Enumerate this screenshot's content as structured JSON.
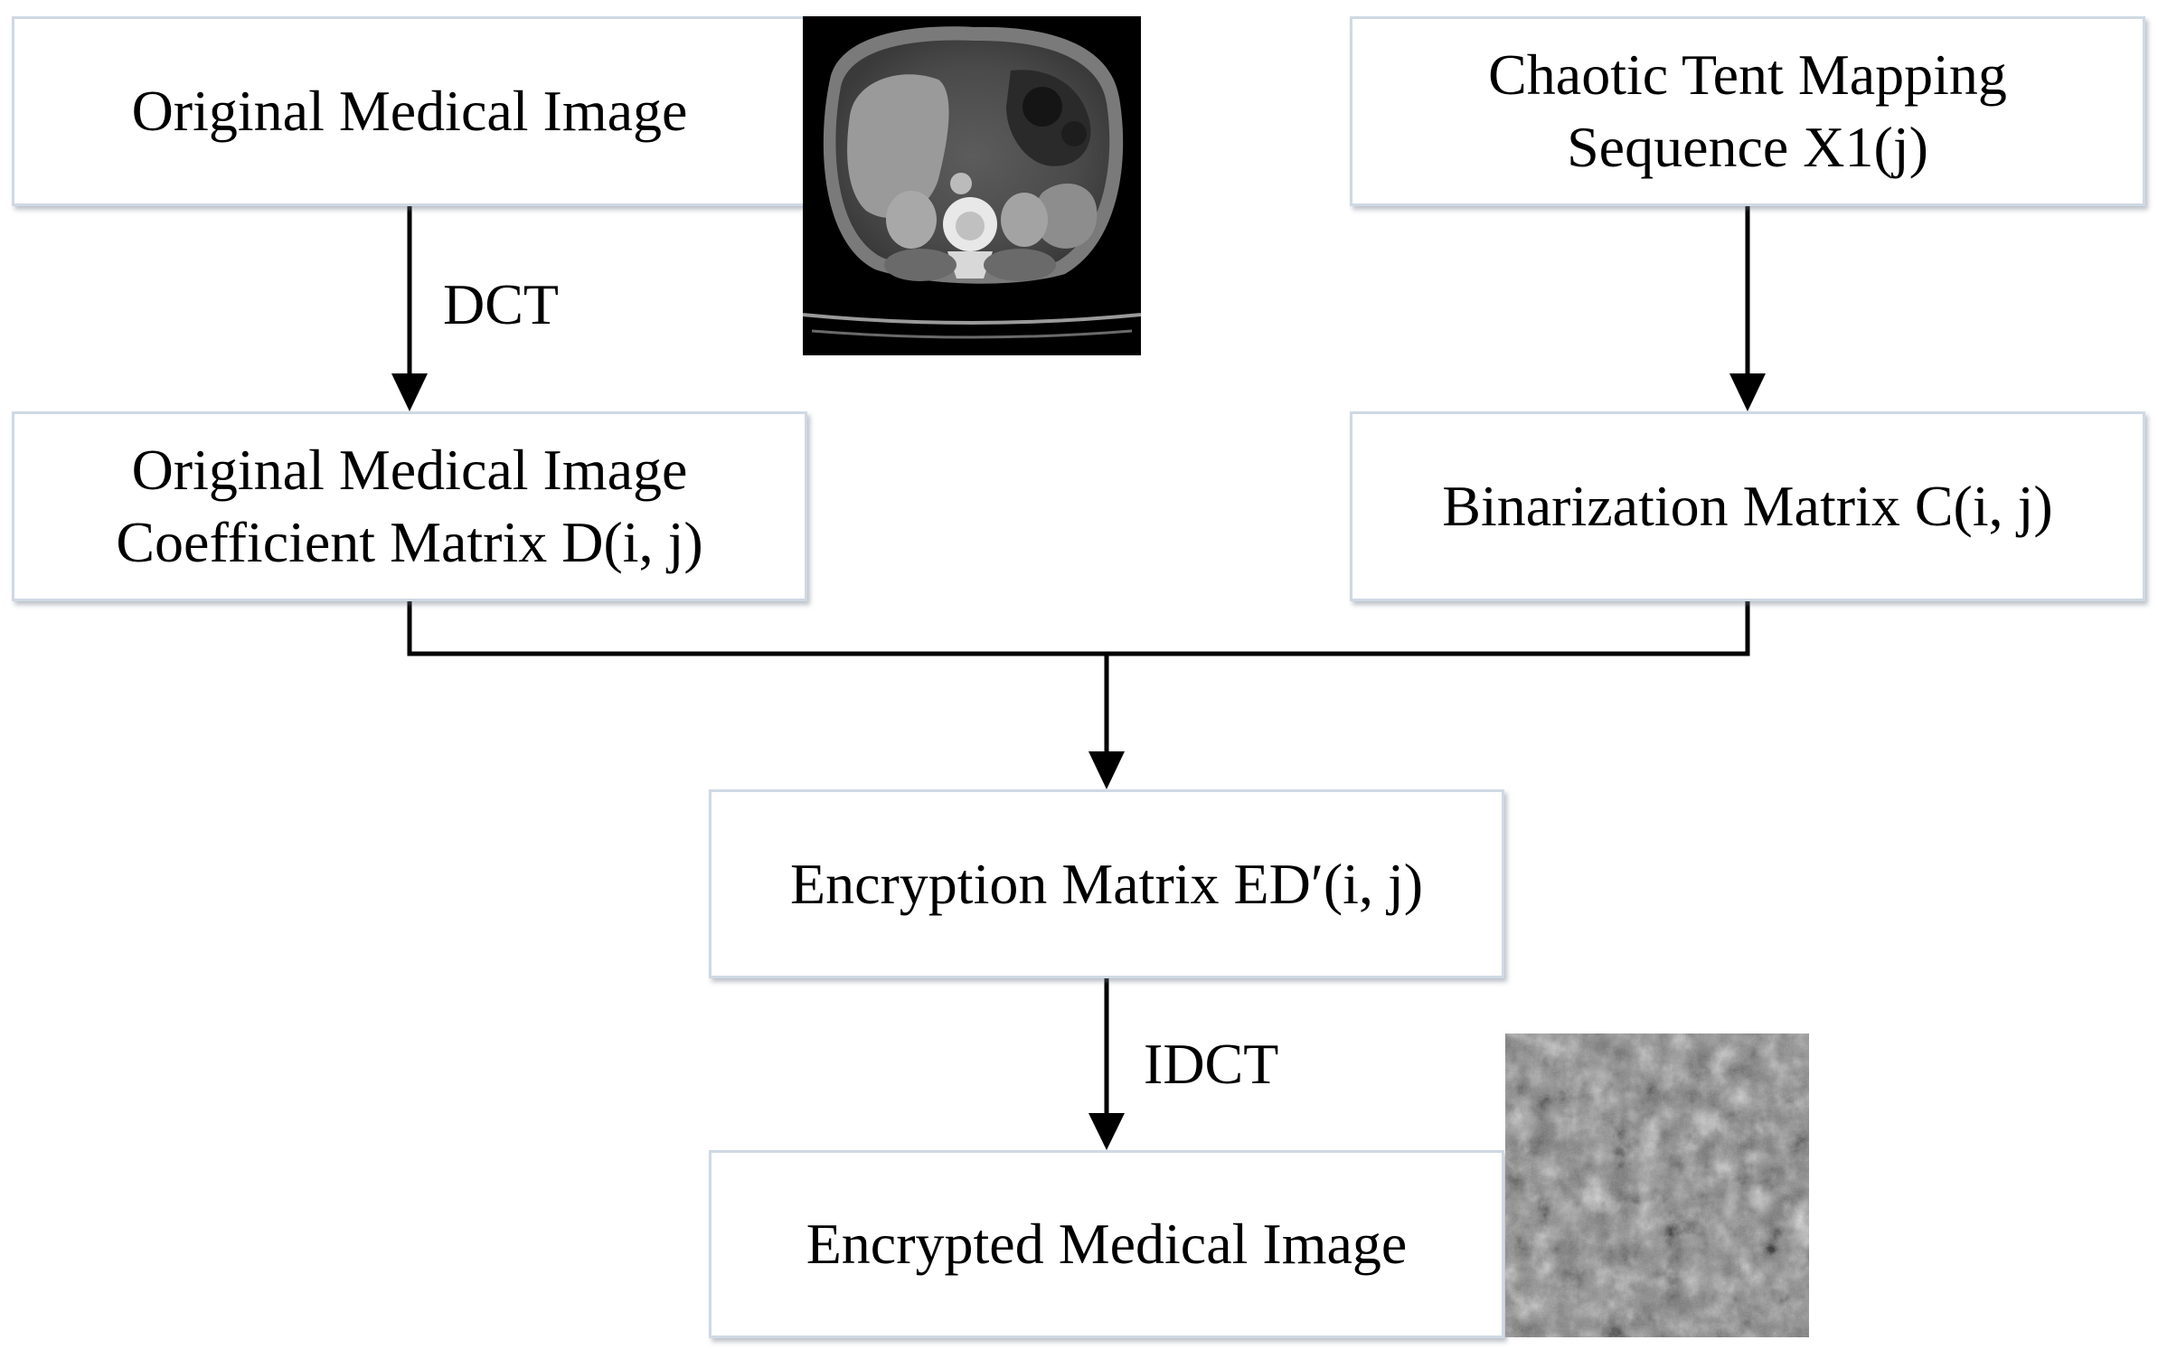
{
  "nodes": {
    "original_image": {
      "lines": [
        "Original Medical Image"
      ]
    },
    "chaotic_sequence": {
      "lines": [
        "Chaotic Tent Mapping",
        "Sequence X1(j)"
      ]
    },
    "coefficient_matrix": {
      "lines": [
        "Original Medical Image",
        "Coefficient Matrix D(i, j)"
      ]
    },
    "binarization_matrix": {
      "lines": [
        "Binarization Matrix C(i, j)"
      ]
    },
    "encryption_matrix": {
      "lines": [
        "Encryption Matrix ED′(i, j)"
      ]
    },
    "encrypted_image": {
      "lines": [
        "Encrypted Medical Image"
      ]
    }
  },
  "edges": {
    "dct_label": "DCT",
    "idct_label": "IDCT"
  },
  "images": {
    "original_scan": "ct-abdomen-scan",
    "encrypted_scan": "encrypted-noise-image"
  },
  "colors": {
    "box_border": "#cfd9e4",
    "arrow": "#000000"
  }
}
